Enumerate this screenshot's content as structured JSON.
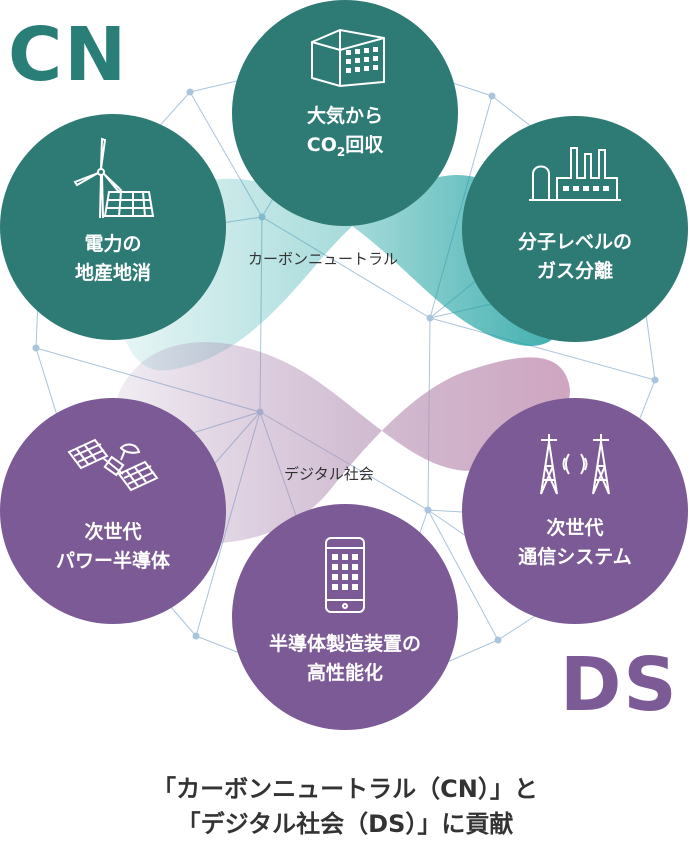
{
  "corners": {
    "cn": "CN",
    "ds": "DS"
  },
  "bands": {
    "cn_label": "カーボンニュートラル",
    "ds_label": "デジタル社会"
  },
  "colors": {
    "cn": "#2e7a74",
    "ds": "#7b5a95",
    "cn_band": "#1fa3a3",
    "ds_band": "#b38fb3",
    "network": "#a9c4dc"
  },
  "nodes": [
    {
      "group": "CN",
      "icon": "building-icon",
      "line1": "大気から",
      "line2_main": "CO",
      "line2_sub": "2",
      "line2_rest": "回収"
    },
    {
      "group": "CN",
      "icon": "factory-icon",
      "line1": "分子レベルの",
      "line2": "ガス分離"
    },
    {
      "group": "CN",
      "icon": "wind-solar-icon",
      "line1": "電力の",
      "line2": "地産地消"
    },
    {
      "group": "DS",
      "icon": "satellite-icon",
      "line1": "次世代",
      "line2": "パワー半導体"
    },
    {
      "group": "DS",
      "icon": "antenna-tower-icon",
      "line1": "次世代",
      "line2": "通信システム"
    },
    {
      "group": "DS",
      "icon": "smartphone-icon",
      "line1": "半導体製造装置の",
      "line2": "高性能化"
    }
  ],
  "caption": {
    "line1": "「カーボンニュートラル（CN）」と",
    "line2": "「デジタル社会（DS）」に貢献"
  }
}
